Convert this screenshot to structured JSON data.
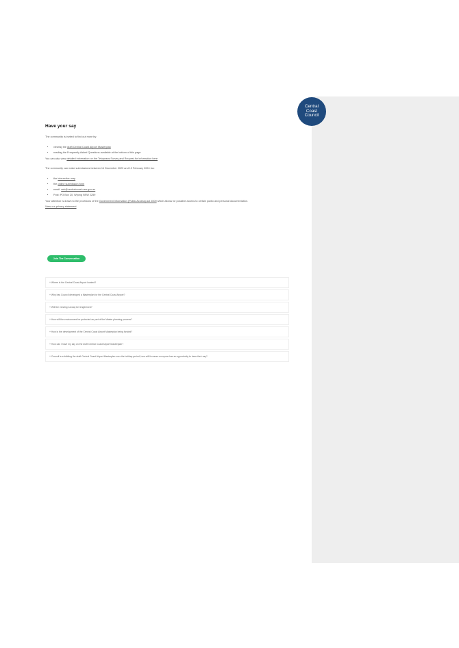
{
  "logo": {
    "line1": "Central",
    "line2": "Coast",
    "line3": "Council"
  },
  "heading": "Have your say",
  "intro": "The community is invited to find out more by:",
  "bullets1": [
    {
      "pre": "viewing the ",
      "link": "draft Central Coast Airport Masterplan",
      "post": ""
    },
    {
      "pre": "reading the Frequently Asked Questions available at the bottom of this page",
      "link": "",
      "post": ""
    }
  ],
  "detail_pre": "You can also view ",
  "detail_link": "detailed information on the Telopeans Survey and Request for Information here",
  "dates_text": "The community can make submissions between 14 December 2023 and 13 February 2024 via:",
  "bullets2": [
    {
      "pre": "the ",
      "link": "interactive map",
      "post": ""
    },
    {
      "pre": "the ",
      "link": "online submission form",
      "post": ""
    },
    {
      "pre": "email: ",
      "link": "ask@centralcoast.nsw.gov.au",
      "post": ""
    },
    {
      "pre": "Post: PO Box 20, Wyong NSW 2259",
      "link": "",
      "post": ""
    }
  ],
  "gipa_pre": "Your attention is drawn to the provisions of the ",
  "gipa_link": "Government Information (Public Access) Act 2009",
  "gipa_post": " which allows for possible access to certain public and personal documentation.",
  "privacy_link": "View our privacy statement",
  "button_label": "Join The Conversation",
  "faqs": [
    "+ Where is the Central Coast Airport located?",
    "+ Why has Council developed a Masterplan for the Central Coast Airport?",
    "+ Will the existing runway be lengthened?",
    "+ How will the environment be protected as part of the Master planning process?",
    "+ How is the development of the Central Coast Airport Masterplan being funded?",
    "+ How can I have my say on the draft Central Coast Airport Masterplan?",
    "+ Council is exhibiting the draft Central Coast Airport Masterplan over the holiday period, how will it ensure everyone has an opportunity to have their say?"
  ]
}
